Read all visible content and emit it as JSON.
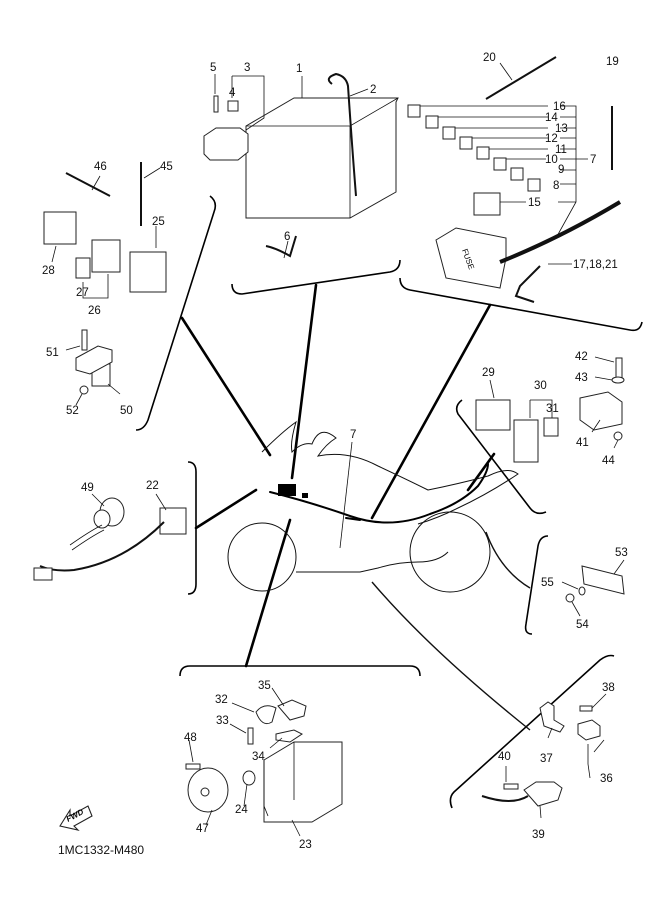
{
  "diagram": {
    "title": "Electrical parts exploded view",
    "code": "1MC1332-M480",
    "fwd_label": "FWD",
    "colors": {
      "line": "#000000",
      "background": "#ffffff"
    }
  },
  "labels": {
    "p1": "1",
    "p2": "2",
    "p3": "3",
    "p4": "4",
    "p5": "5",
    "p6": "6",
    "p7a": "7",
    "p7b": "7",
    "p8": "8",
    "p9": "9",
    "p10": "10",
    "p11": "11",
    "p12": "12",
    "p13": "13",
    "p14": "14",
    "p15": "15",
    "p16": "16",
    "p17_18_21": "17,18,21",
    "p19": "19",
    "p20": "20",
    "p22": "22",
    "p23": "23",
    "p24": "24",
    "p25": "25",
    "p26": "26",
    "p27": "27",
    "p28": "28",
    "p29": "29",
    "p30": "30",
    "p31": "31",
    "p32": "32",
    "p33": "33",
    "p34": "34",
    "p35": "35",
    "p36": "36",
    "p37": "37",
    "p38": "38",
    "p39": "39",
    "p40": "40",
    "p41": "41",
    "p42": "42",
    "p43": "43",
    "p44": "44",
    "p45": "45",
    "p46": "46",
    "p47": "47",
    "p48": "48",
    "p49": "49",
    "p50": "50",
    "p51": "51",
    "p52": "52",
    "p53": "53",
    "p54": "54",
    "p55": "55"
  },
  "groups": [
    {
      "name": "battery-relay-group",
      "parts": [
        "1",
        "2",
        "3",
        "4",
        "5",
        "6"
      ]
    },
    {
      "name": "fuse-box-group",
      "parts": [
        "7",
        "8",
        "9",
        "10",
        "11",
        "12",
        "13",
        "14",
        "15",
        "16",
        "17,18,21",
        "19",
        "20"
      ]
    },
    {
      "name": "relay-unit-group",
      "parts": [
        "25",
        "26",
        "27",
        "28",
        "45",
        "46",
        "50",
        "51",
        "52"
      ]
    },
    {
      "name": "connector-group",
      "parts": [
        "22",
        "49"
      ]
    },
    {
      "name": "relay-switch-group",
      "parts": [
        "29",
        "30",
        "31",
        "41",
        "42",
        "43",
        "44"
      ]
    },
    {
      "name": "reflector-group",
      "parts": [
        "53",
        "54",
        "55"
      ]
    },
    {
      "name": "ecu-horn-group",
      "parts": [
        "23",
        "24",
        "32",
        "33",
        "34",
        "35",
        "47",
        "48"
      ]
    },
    {
      "name": "switch-sensor-group",
      "parts": [
        "36",
        "37",
        "38",
        "39",
        "40"
      ]
    }
  ]
}
